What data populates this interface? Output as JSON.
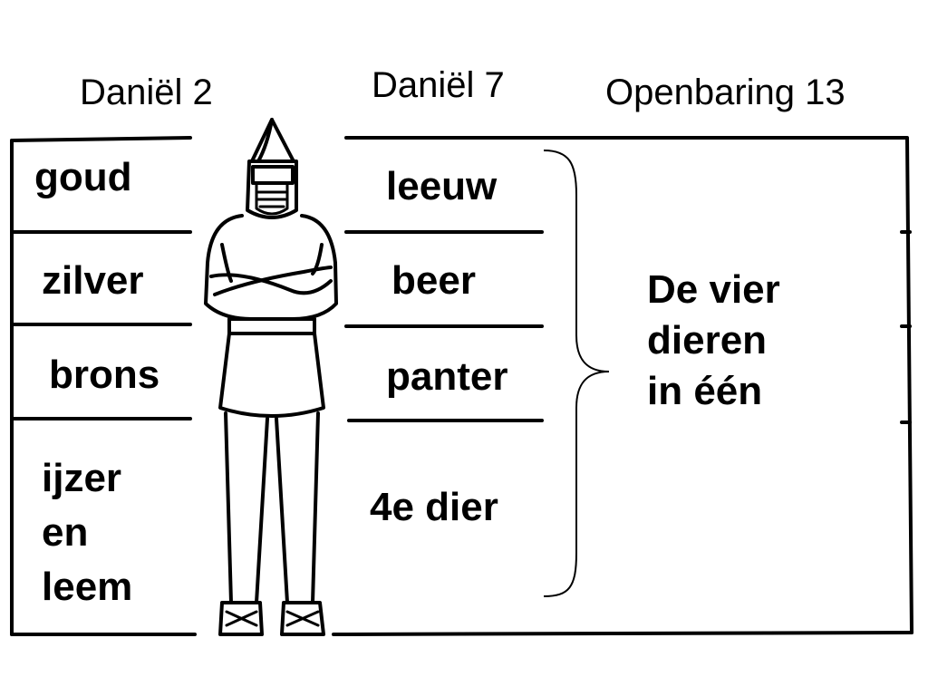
{
  "headers": {
    "daniel2": "Daniël 2",
    "daniel7": "Daniël 7",
    "openbaring13": "Openbaring 13"
  },
  "daniel2_metals": [
    "goud",
    "zilver",
    "brons",
    "ijzer\nen\nleem"
  ],
  "daniel7_beasts": [
    "leeuw",
    "beer",
    "panter",
    "4e dier"
  ],
  "openbaring13_summary": "De vier\ndieren\nin één",
  "statue_icon": "standing-statue-figure"
}
